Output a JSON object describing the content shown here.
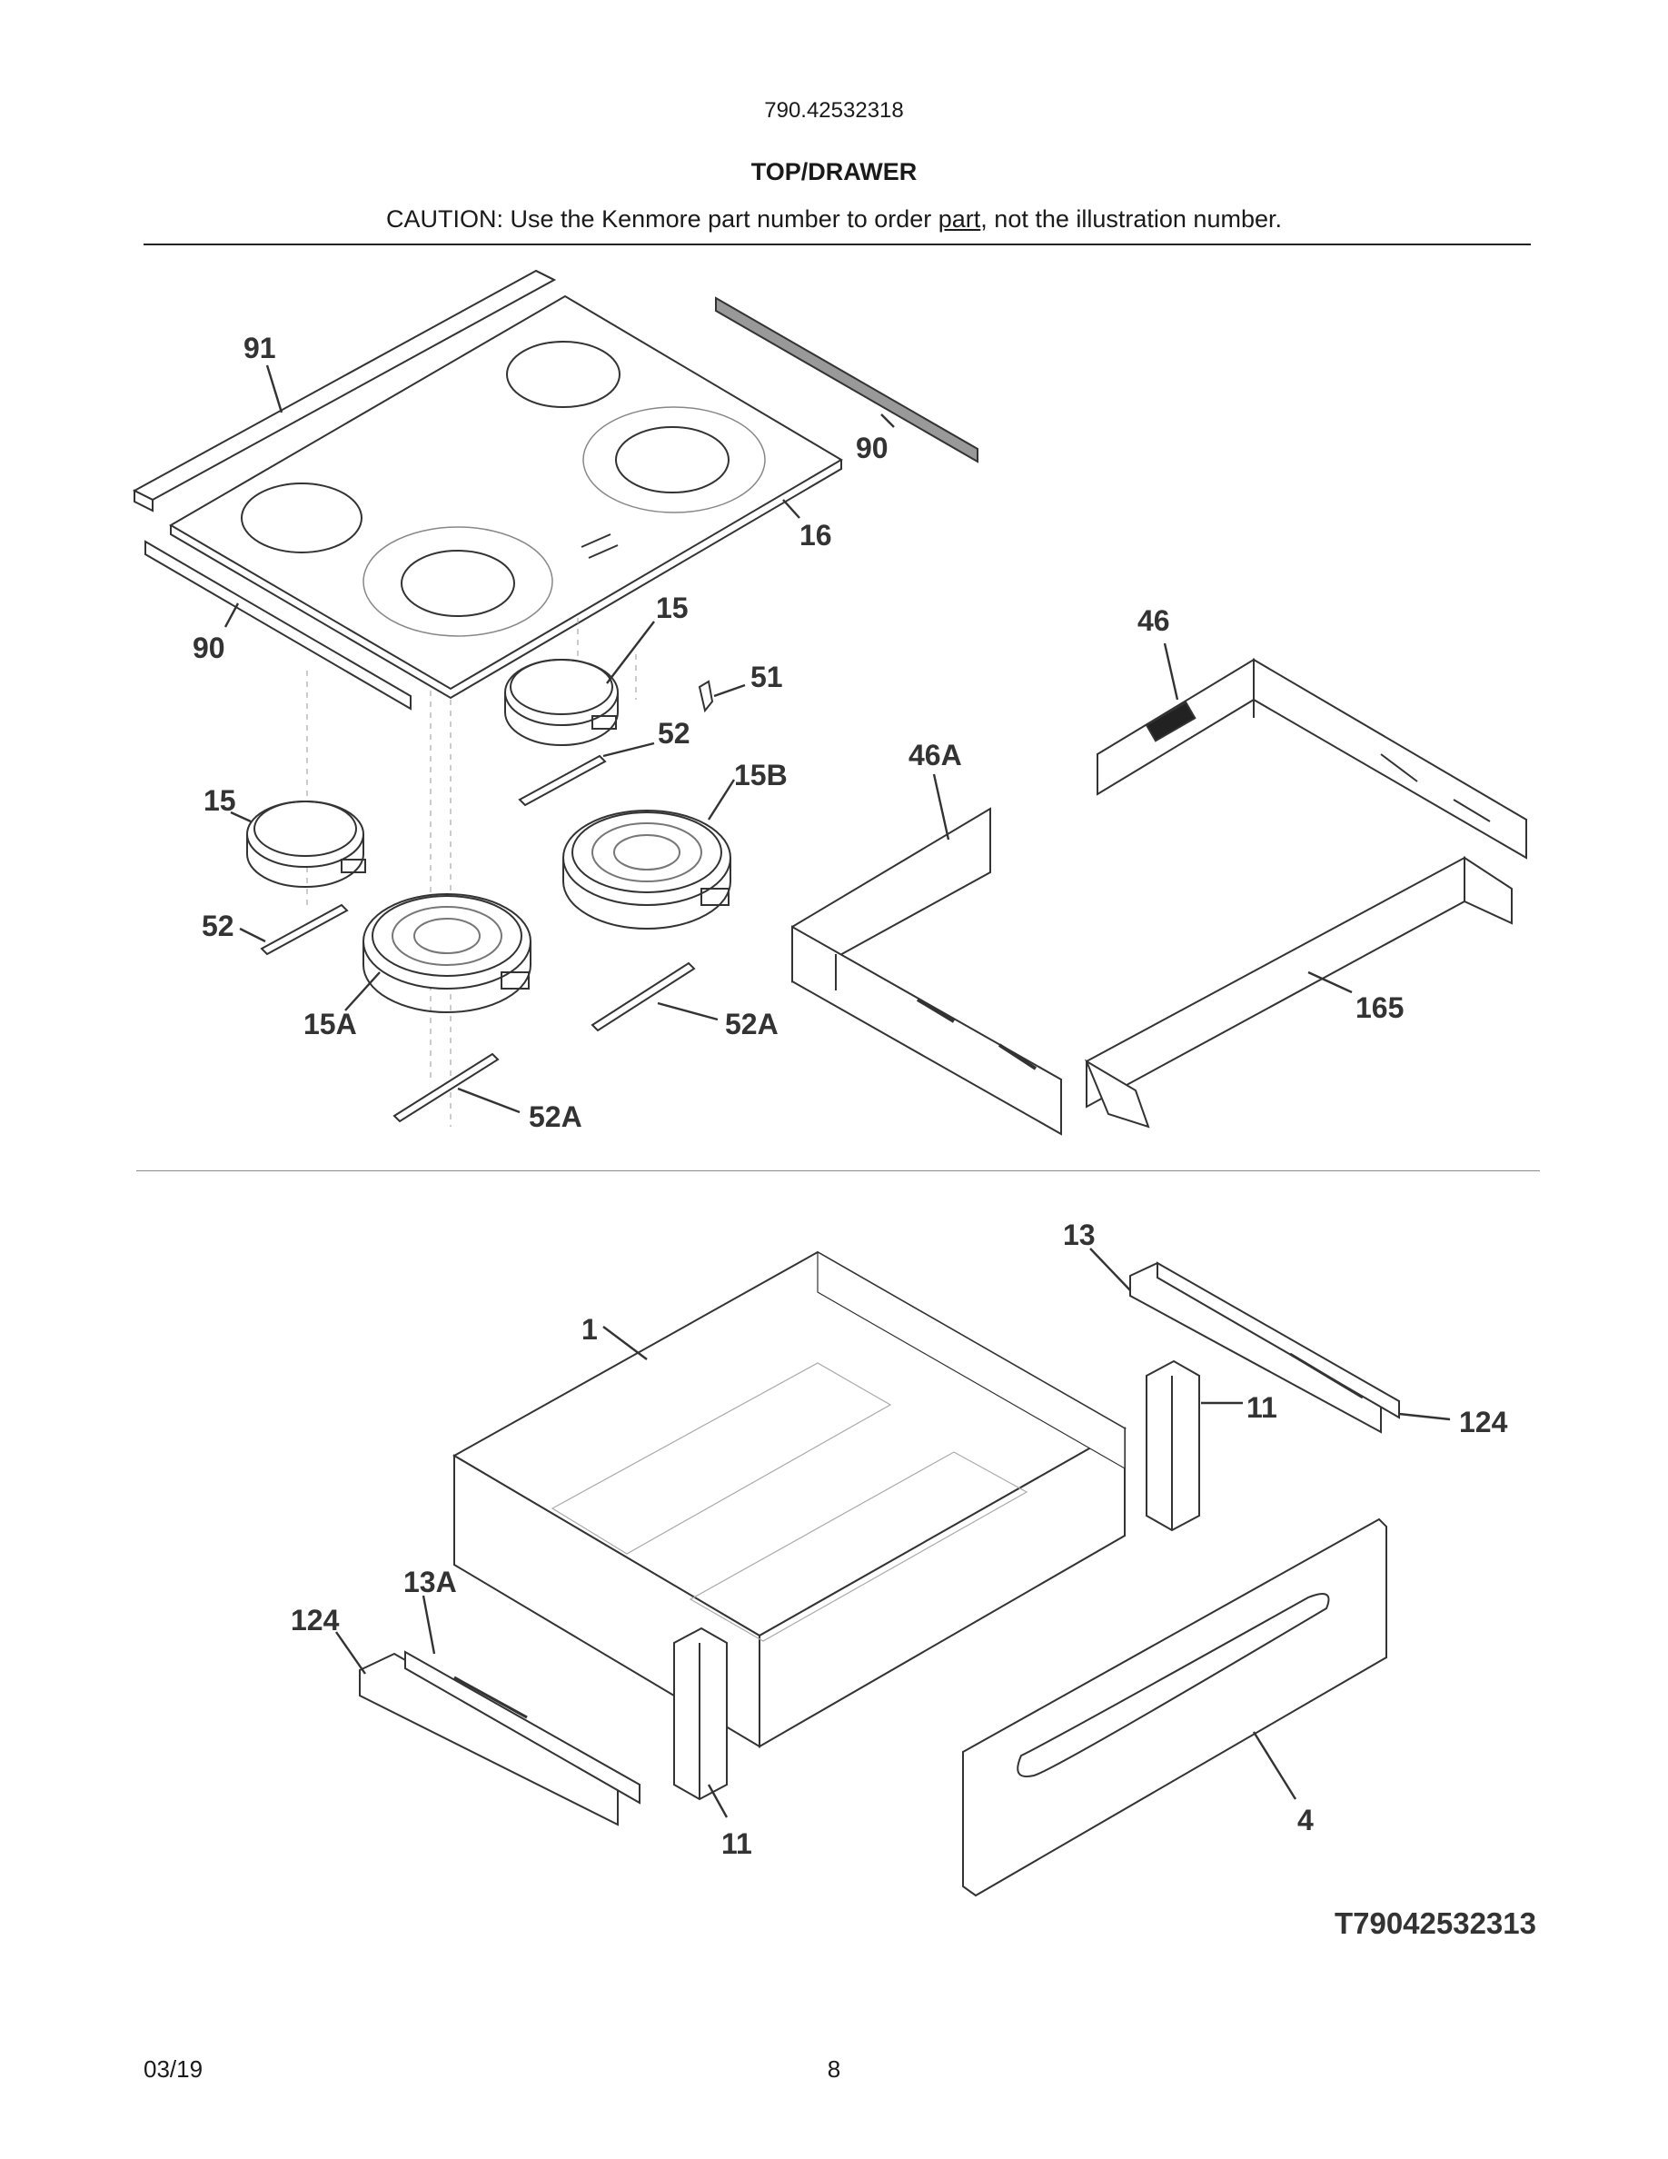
{
  "header": {
    "model_number": "790.42532318",
    "title": "TOP/DRAWER",
    "caution_prefix": "CAUTION: Use the Kenmore part number to order ",
    "caution_underlined": "part",
    "caution_suffix": ", not the illustration number."
  },
  "callouts": {
    "c91": "91",
    "c90_right": "90",
    "c16": "16",
    "c90_left": "90",
    "c15_top": "15",
    "c51": "51",
    "c52_top": "52",
    "c15_left": "15",
    "c15b": "15B",
    "c52_left": "52",
    "c15a": "15A",
    "c52a_right": "52A",
    "c52a_bottom": "52A",
    "c46": "46",
    "c46a": "46A",
    "c165": "165",
    "c1": "1",
    "c13": "13",
    "c11_right": "11",
    "c124_right": "124",
    "c13a": "13A",
    "c124_left": "124",
    "c11_bottom": "11",
    "c4": "4"
  },
  "diagram_reference": "T79042532313",
  "footer": {
    "date": "03/19",
    "page": "8"
  }
}
